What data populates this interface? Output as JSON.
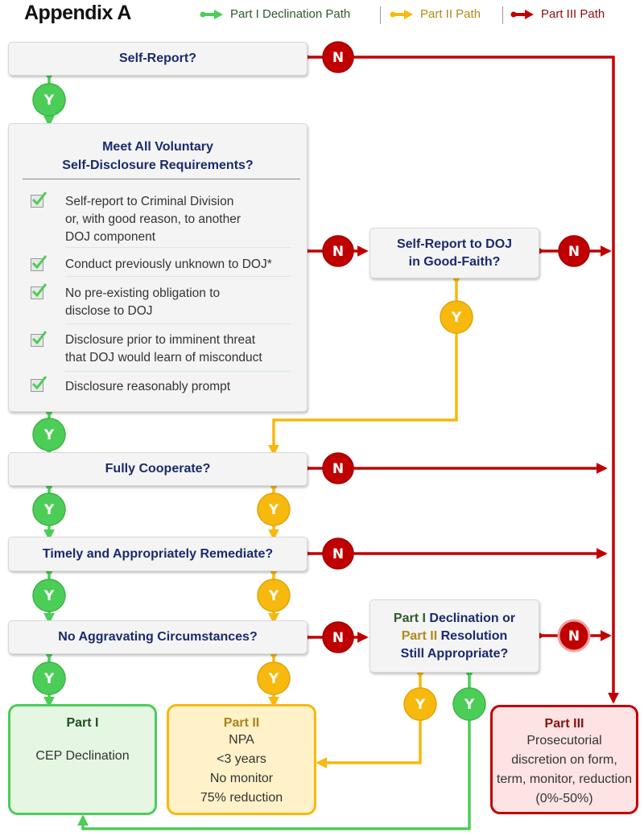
{
  "title": "Appendix A",
  "legend": [
    {
      "label": "Part I Declination Path",
      "color": "#4ccd57",
      "text_color": "#2e5a2c"
    },
    {
      "label": "Part II Path",
      "color": "#f7b90e",
      "text_color": "#b08a1a"
    },
    {
      "label": "Part III Path",
      "color": "#c00000",
      "text_color": "#8a1010"
    }
  ],
  "colors": {
    "green": "#4ccd57",
    "yellow": "#f7b90e",
    "red": "#c00000",
    "navy": "#1a2a6c"
  },
  "badges": {
    "yes": "Y",
    "no": "N"
  },
  "nodes": {
    "self_report": "Self-Report?",
    "vsd": {
      "title_line1": "Meet All Voluntary",
      "title_line2": "Self-Disclosure Requirements?",
      "requirements": [
        {
          "lines": [
            "Self-report to Criminal Division",
            "or, with good reason, to another",
            "DOJ component"
          ],
          "checked": true
        },
        {
          "lines": [
            "Conduct previously unknown to DOJ*"
          ],
          "checked": true
        },
        {
          "lines": [
            "No pre-existing obligation to",
            "disclose to DOJ"
          ],
          "checked": true
        },
        {
          "lines": [
            "Disclosure prior to imminent threat",
            "that DOJ would learn of misconduct"
          ],
          "checked": true
        },
        {
          "lines": [
            "Disclosure reasonably prompt"
          ],
          "checked": true
        }
      ]
    },
    "good_faith": {
      "line1": "Self-Report to DOJ",
      "line2": "in Good-Faith?"
    },
    "fully_cooperate": "Fully Cooperate?",
    "remediate": "Timely and Appropriately Remediate?",
    "no_aggravating": "No Aggravating Circumstances?",
    "still_appropriate": {
      "part1": "Part I",
      "line1_rest": " Declination or",
      "part2": "Part II",
      "line2_rest": " Resolution",
      "line3": "Still Appropriate?"
    }
  },
  "outcomes": {
    "part1": {
      "title": "Part I",
      "lines": [
        "CEP Declination"
      ]
    },
    "part2": {
      "title": "Part II",
      "lines": [
        "NPA",
        "<3 years",
        "No monitor",
        "75% reduction"
      ]
    },
    "part3": {
      "title": "Part III",
      "lines": [
        "Prosecutorial",
        "discretion on form,",
        "term, monitor, reduction",
        "(0%-50%)"
      ]
    }
  }
}
